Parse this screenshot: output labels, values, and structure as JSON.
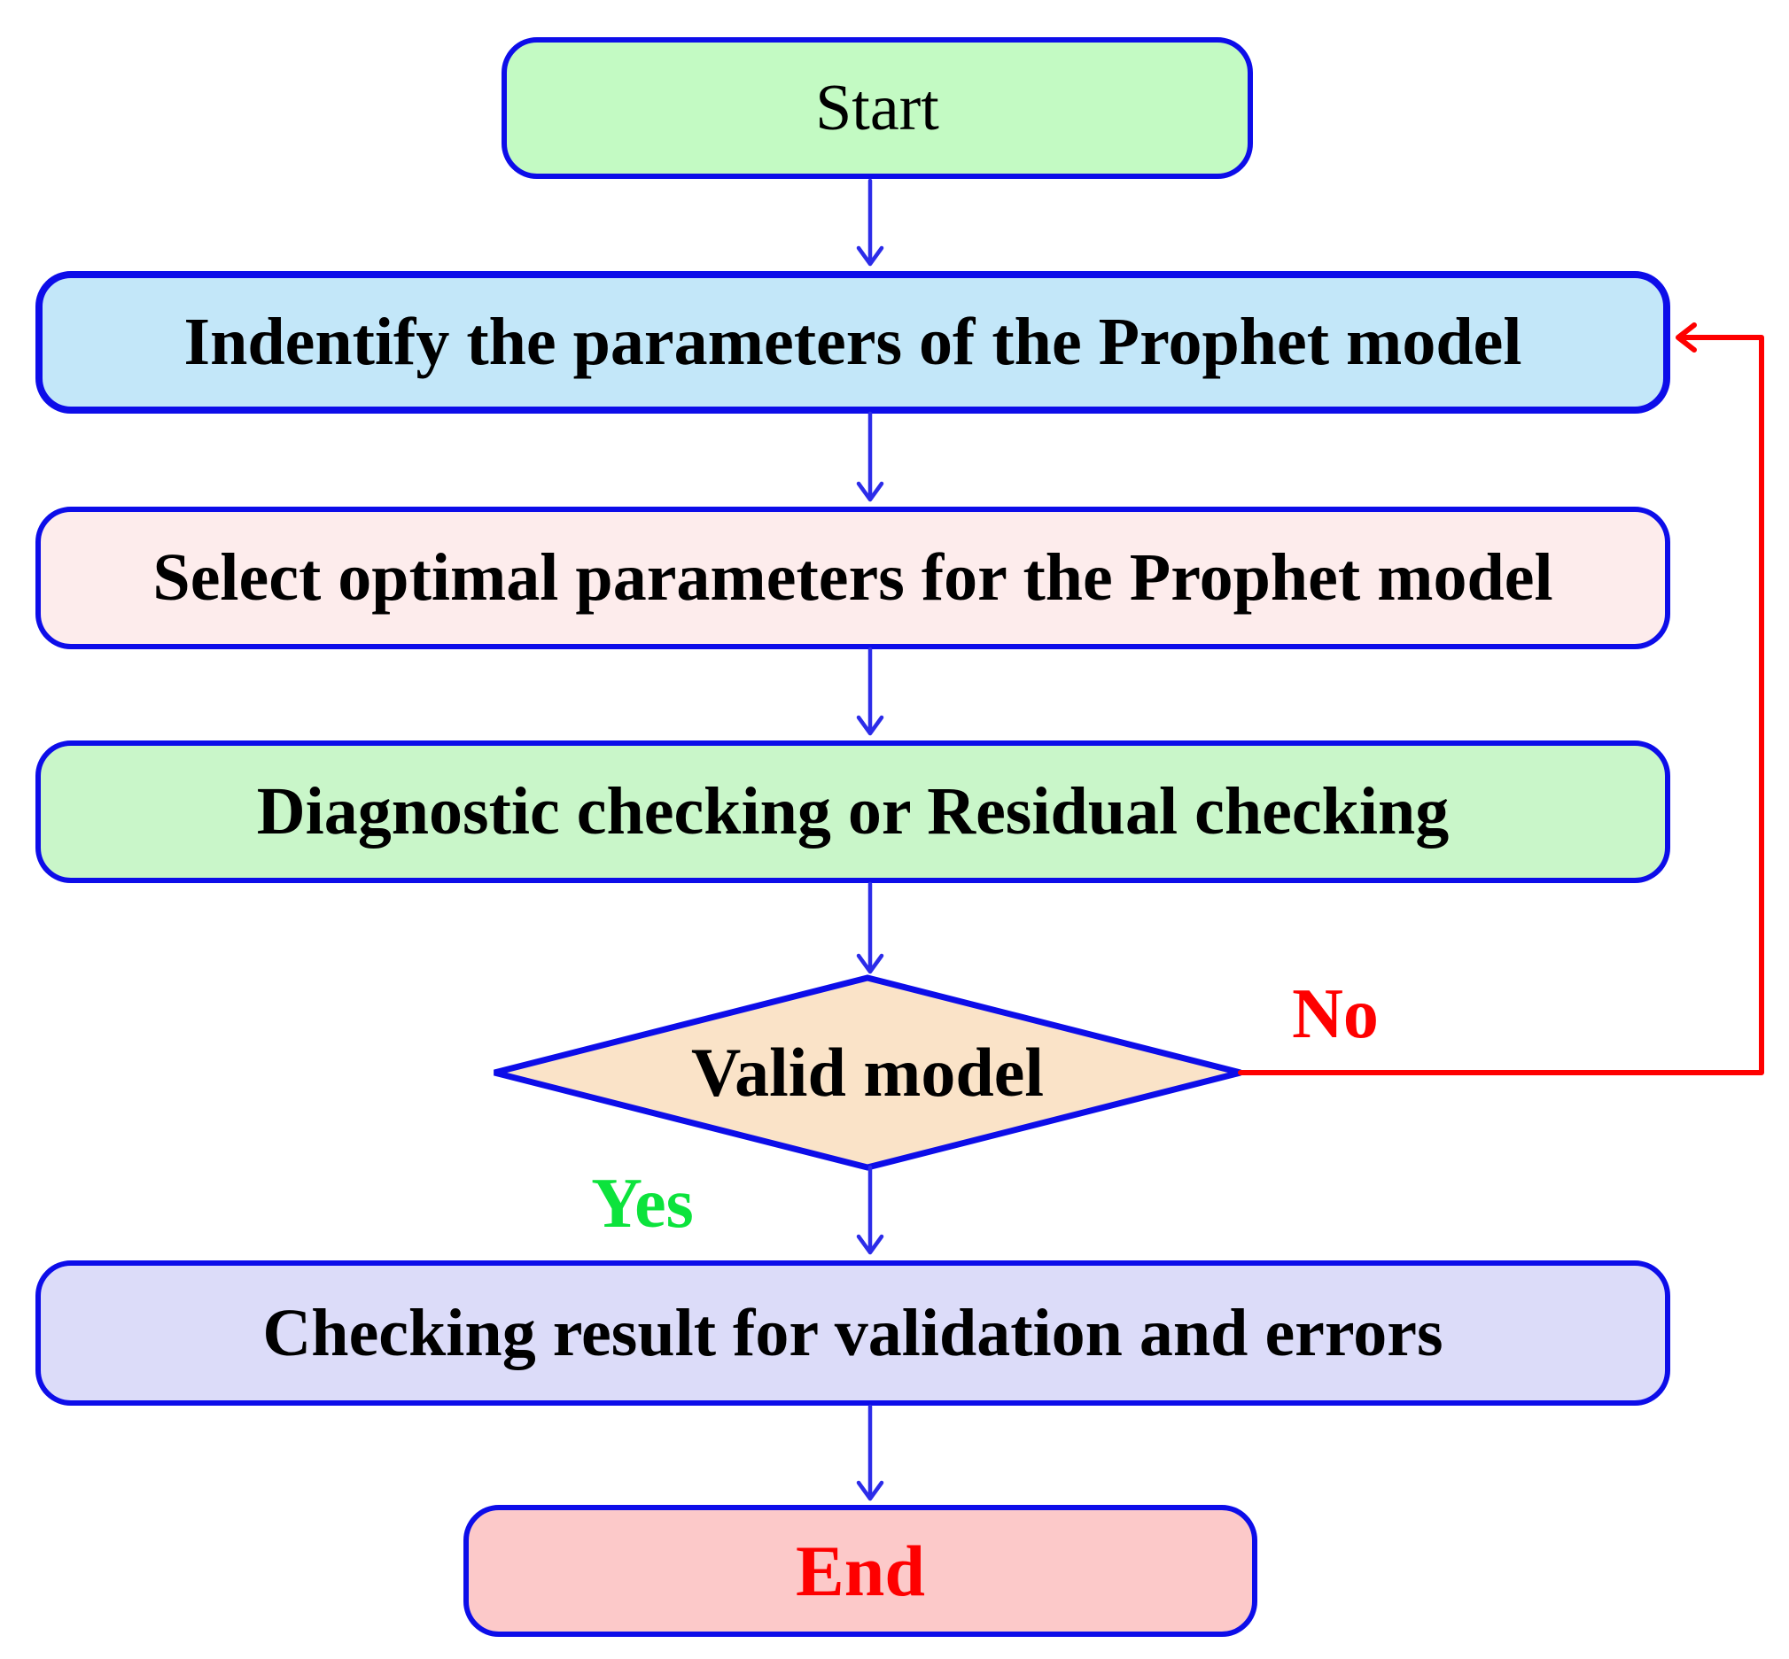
{
  "diagram": {
    "nodes": {
      "start": {
        "label": "Start",
        "shape": "rounded-rect"
      },
      "identify": {
        "label": "Indentify the parameters of the Prophet model",
        "shape": "rounded-rect"
      },
      "select": {
        "label": "Select optimal parameters for the Prophet model",
        "shape": "rounded-rect"
      },
      "diagnostic": {
        "label": "Diagnostic checking or Residual checking",
        "shape": "rounded-rect"
      },
      "decision": {
        "label": "Valid model",
        "shape": "diamond"
      },
      "checking": {
        "label": "Checking result for validation and errors",
        "shape": "rounded-rect"
      },
      "end": {
        "label": "End",
        "shape": "rounded-rect"
      }
    },
    "branch_labels": {
      "yes": "Yes",
      "no": "No"
    },
    "edges": [
      {
        "from": "start",
        "to": "identify"
      },
      {
        "from": "identify",
        "to": "select"
      },
      {
        "from": "select",
        "to": "diagnostic"
      },
      {
        "from": "diagnostic",
        "to": "decision"
      },
      {
        "from": "decision",
        "to": "checking",
        "label": "Yes"
      },
      {
        "from": "decision",
        "to": "identify",
        "label": "No"
      },
      {
        "from": "checking",
        "to": "end"
      }
    ]
  },
  "colors": {
    "border_blue": "#0d0de9",
    "arrow_blue": "#2c2ce9",
    "loop_red": "#fe0000",
    "no_red": "#fe0000",
    "yes_green": "#0ce33c",
    "start_fill": "#c3fac3",
    "identify_fill": "#c3e7f9",
    "select_fill": "#fdecec",
    "diagnostic_fill": "#c9f6c9",
    "diamond_fill": "#fae3c8",
    "checking_fill": "#dcdcf9",
    "end_fill": "#fcc9c9"
  }
}
